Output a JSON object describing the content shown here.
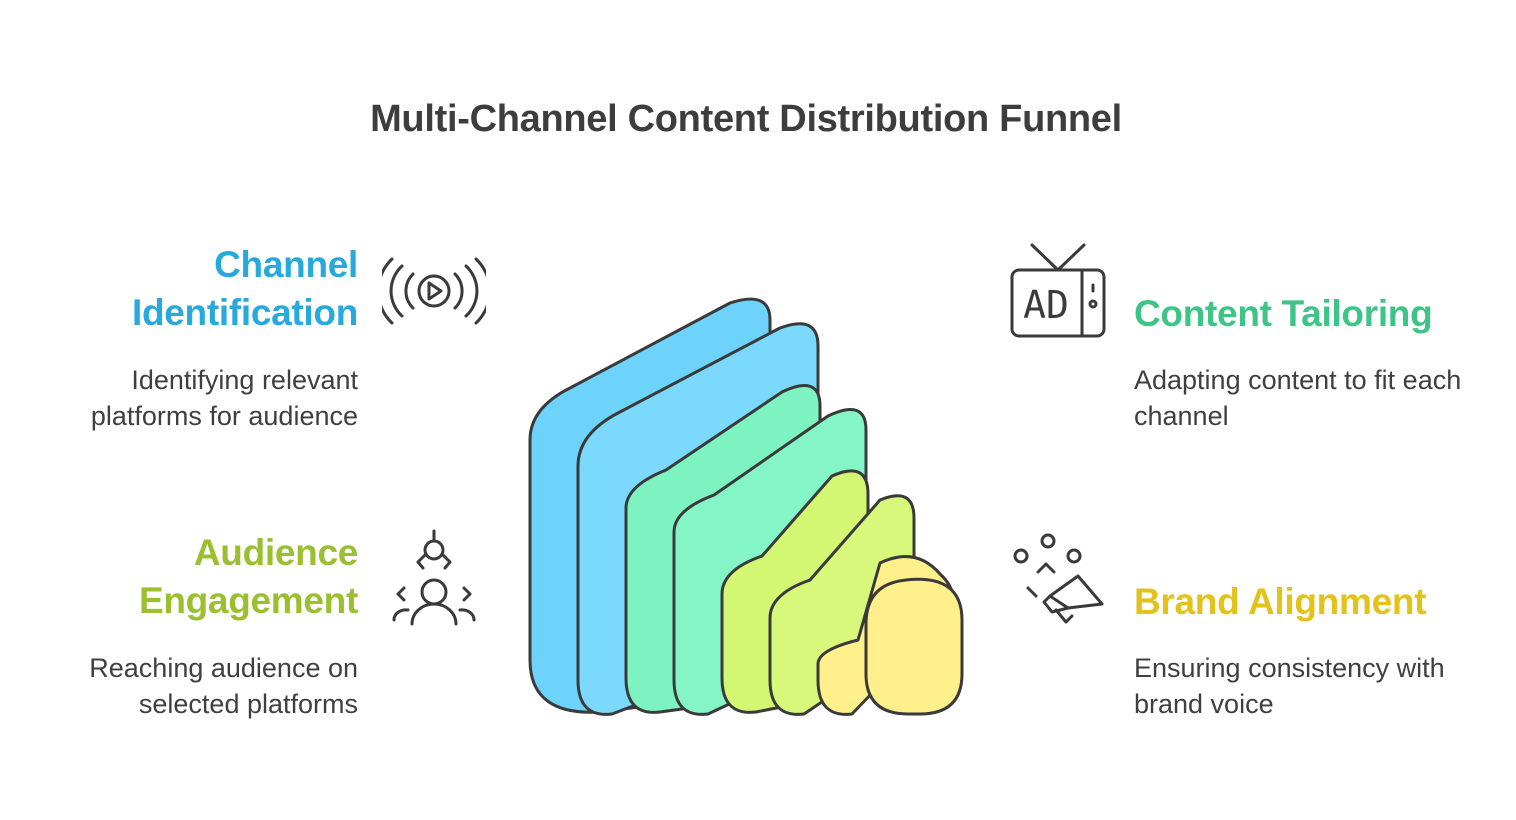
{
  "title": "Multi-Channel Content Distribution Funnel",
  "colors": {
    "channel": "#27a9dd",
    "content": "#3dc486",
    "audience": "#9bbf2f",
    "brand": "#e2c21b",
    "layer_blue": "#6dd3fb",
    "layer_green": "#7ef3c2",
    "layer_lime": "#d3f673",
    "layer_yellow": "#fff08b",
    "outline": "#3a3a3a"
  },
  "stages": {
    "channel": {
      "heading": "Channel Identification",
      "description": "Identifying relevant platforms for audience",
      "icon": "video-broadcast-icon"
    },
    "content": {
      "heading": "Content Tailoring",
      "description": "Adapting content to fit each channel",
      "icon": "tv-ad-icon",
      "icon_text": "AD"
    },
    "audience": {
      "heading": "Audience Engagement",
      "description": "Reaching audience on selected platforms",
      "icon": "audience-magnet-icon"
    },
    "brand": {
      "heading": "Brand Alignment",
      "description": "Ensuring consistency with brand voice",
      "icon": "megaphone-icon"
    }
  }
}
